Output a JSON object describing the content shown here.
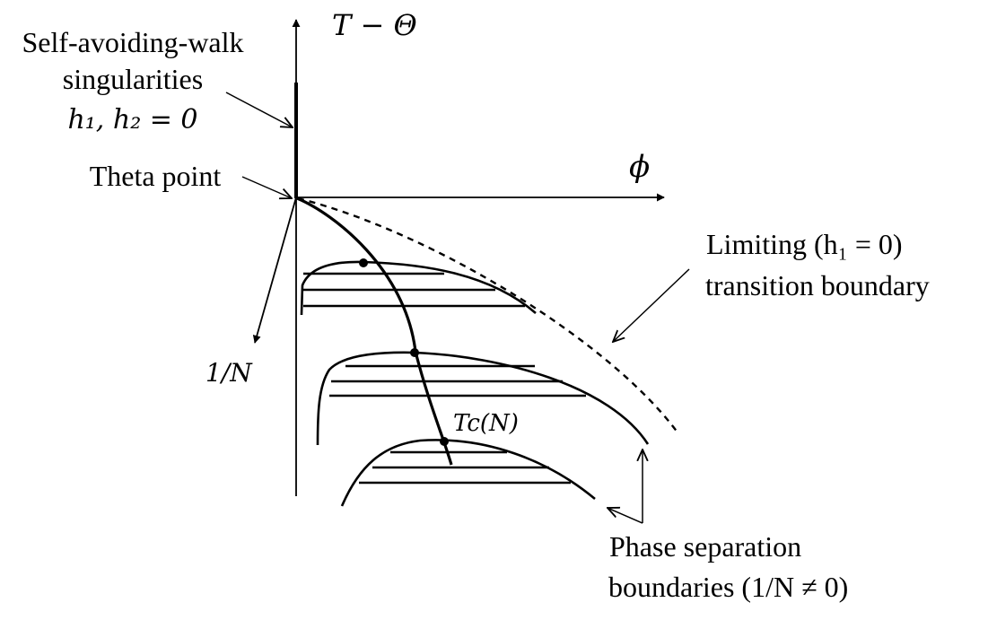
{
  "labels": {
    "saw_line1": "Self-avoiding-walk",
    "saw_line2": "singularities",
    "saw_line3": "h₁, h₂ = 0",
    "theta_point": "Theta point",
    "t_axis": "T − Θ",
    "phi_axis": "ϕ",
    "n_axis": "1/N",
    "limiting_line1": "Limiting (h₁ = 0)",
    "limiting_line2": "transition boundary",
    "tc_label": "Tc(N)",
    "phase_line1": "Phase separation",
    "phase_line2": "boundaries (1/N ≠ 0)"
  },
  "colors": {
    "ink": "#000000",
    "background": "#ffffff"
  }
}
